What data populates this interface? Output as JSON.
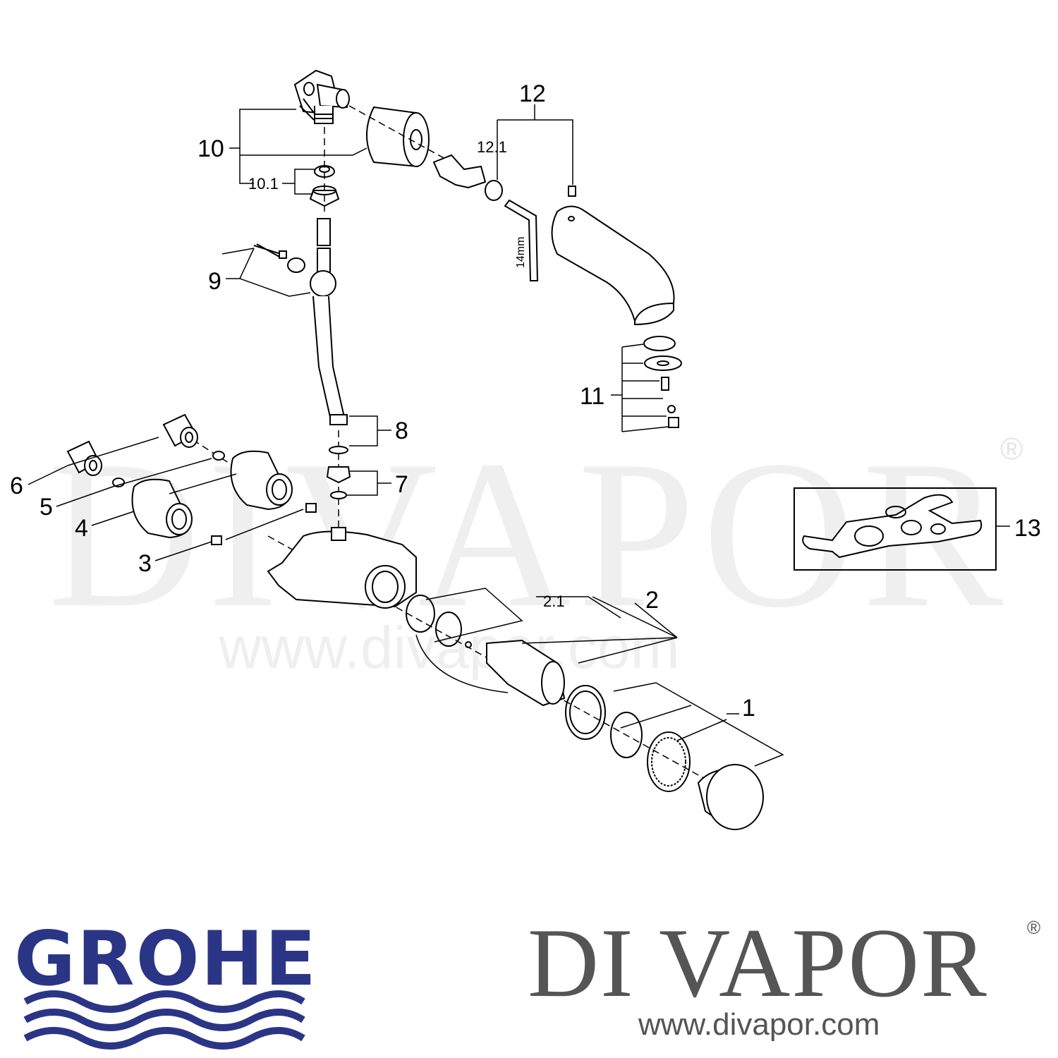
{
  "watermark": {
    "brand": "DIVAPOR",
    "registered_mark": "®",
    "url": "www.divapor.com"
  },
  "callouts": {
    "c1": "1",
    "c2": "2",
    "c2_1": "2.1",
    "c3": "3",
    "c4": "4",
    "c5": "5",
    "c6": "6",
    "c7": "7",
    "c8": "8",
    "c9": "9",
    "c10": "10",
    "c10_1": "10.1",
    "c11": "11",
    "c12": "12",
    "c12_1": "12.1",
    "c13": "13",
    "wrench_size": "14mm"
  },
  "footer": {
    "grohe_logo_text": "GROHE",
    "divapor_logo_text": "DI VAPOR",
    "divapor_registered": "®",
    "divapor_url": "www.divapor.com"
  },
  "colors": {
    "grohe_blue": "#2b3586",
    "divapor_grey": "#555555",
    "line": "#000000"
  }
}
